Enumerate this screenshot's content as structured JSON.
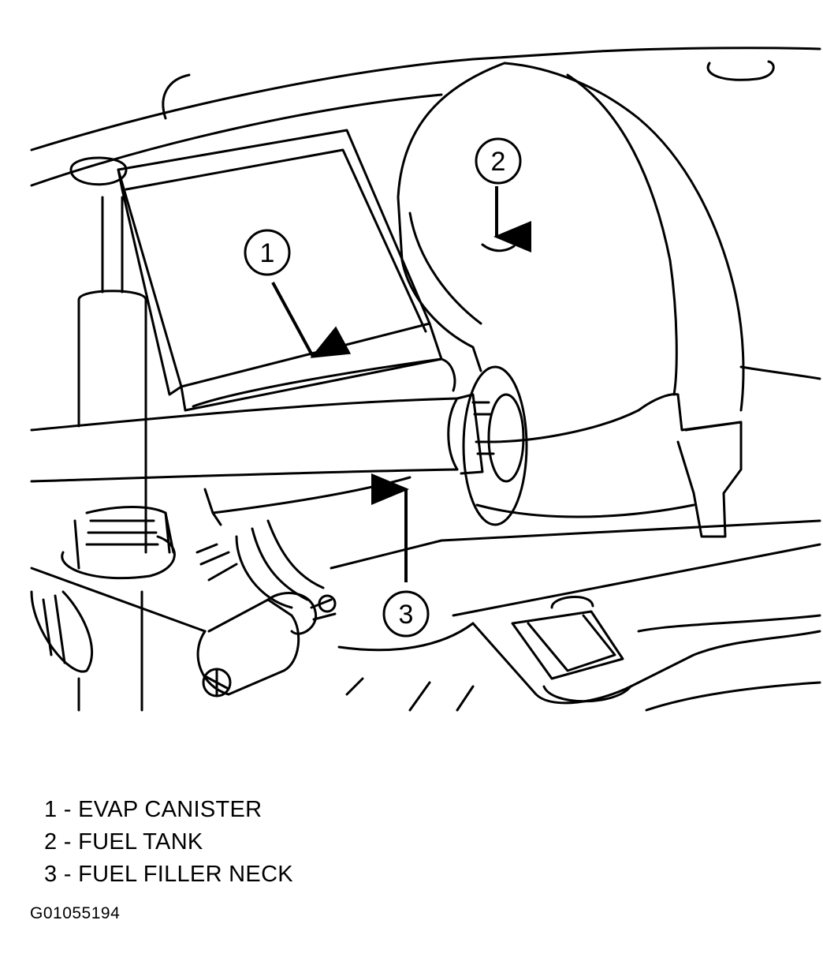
{
  "callouts": [
    {
      "number": "1"
    },
    {
      "number": "2"
    },
    {
      "number": "3"
    }
  ],
  "legend": [
    {
      "number": "1",
      "text": "1 - EVAP CANISTER"
    },
    {
      "number": "2",
      "text": "2 - FUEL TANK"
    },
    {
      "number": "3",
      "text": "3 - FUEL FILLER NECK"
    }
  ],
  "figure_id": "G01055194"
}
